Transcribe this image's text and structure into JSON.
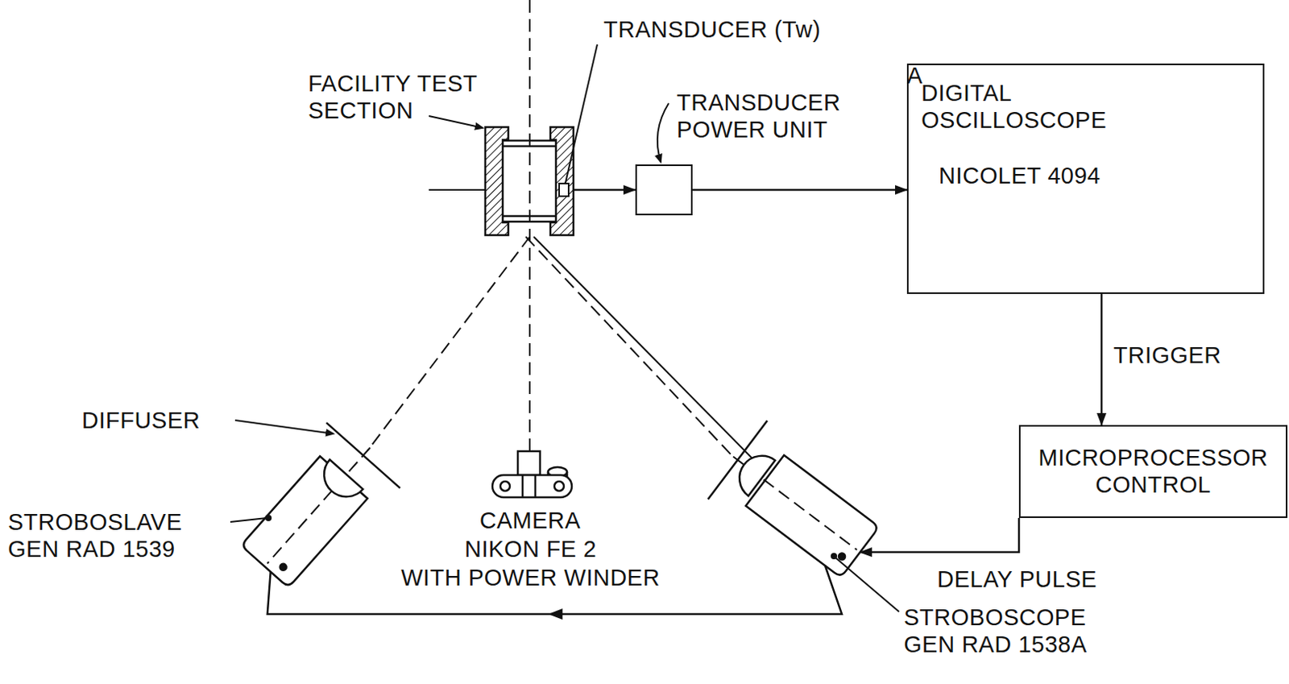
{
  "diagram": {
    "nodes": [
      {
        "text": [
          "FACILITY TEST SECTION"
        ]
      },
      {
        "text": [
          "TRANSDUCER POWER UNIT"
        ]
      },
      {
        "text": [
          "A",
          "DIGITAL OSCILLOSCOPE",
          "NICOLET 4094"
        ]
      },
      {
        "text": [
          "MICROPROCESSOR CONTROL"
        ]
      },
      {
        "text": [
          "STROBOSCOPE GEN RAD 1538A"
        ]
      },
      {
        "text": [
          "STROBOSLAVE GEN RAD 1539"
        ]
      }
    ],
    "edges": [
      {
        "from": 0,
        "to": 1,
        "arrow": "to"
      },
      {
        "from": 1,
        "to": 2,
        "arrow": "to"
      },
      {
        "from": 2,
        "to": 3,
        "label": "TRIGGER",
        "arrow": "to"
      },
      {
        "from": 3,
        "to": 4,
        "label": "DELAY PULSE",
        "arrow": "to"
      },
      {
        "from": 4,
        "to": 5,
        "arrow": "to"
      }
    ],
    "labels": [
      "TRANSDUCER (Tw)",
      "DIFFUSER",
      "CAMERA",
      "NIKON FE 2",
      "WITH POWER WINDER"
    ]
  }
}
